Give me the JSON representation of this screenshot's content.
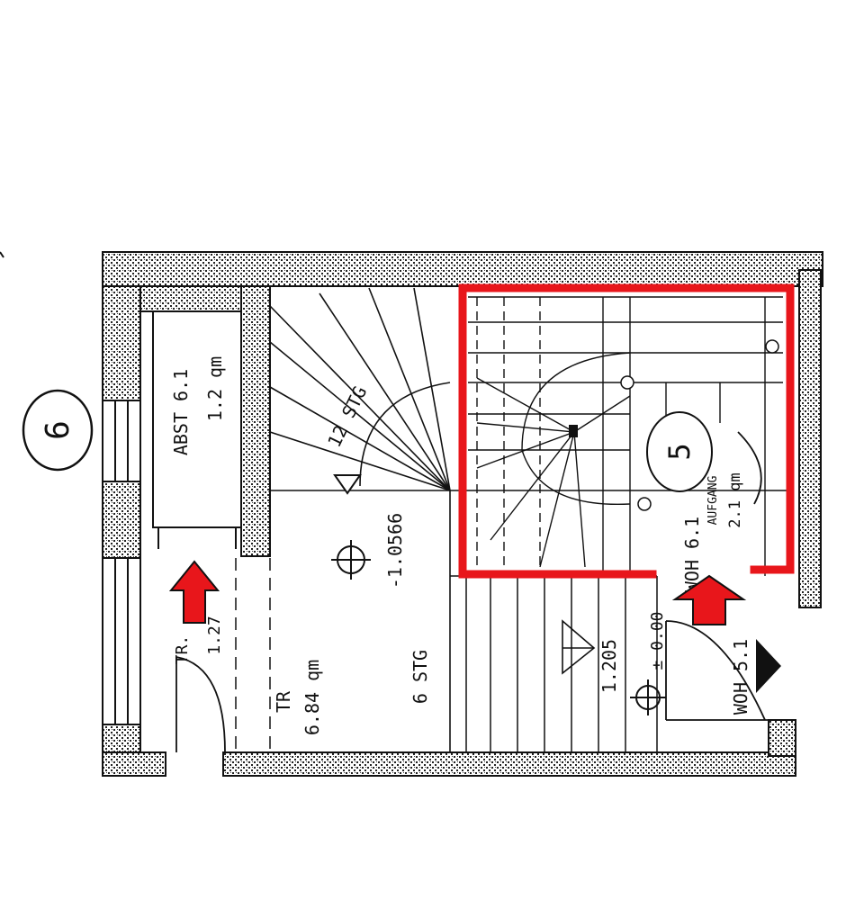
{
  "plan": {
    "circle_label": "6",
    "rooms": {
      "abst_name": "ABST 6.1",
      "abst_area": "1.2 qm",
      "tr_name": "TR",
      "tr_area": "6.84 qm",
      "tr_door": "TR.",
      "tr_door_val": "1.27",
      "aufgang_circle": "5",
      "aufgang_name": "AUFGANG",
      "aufgang_area": "2.1 qm",
      "whg_stair": "WOH 6.1",
      "whg_5": "WOH 5.1"
    },
    "stair": {
      "winder_label": "12 STG",
      "steps_label": "6 STG",
      "riser_label": "1.205"
    },
    "levels": {
      "upper": "-1.0566",
      "ground": "± 0.00"
    }
  },
  "colors": {
    "line": "#111111",
    "highlight": "#e8161b"
  }
}
